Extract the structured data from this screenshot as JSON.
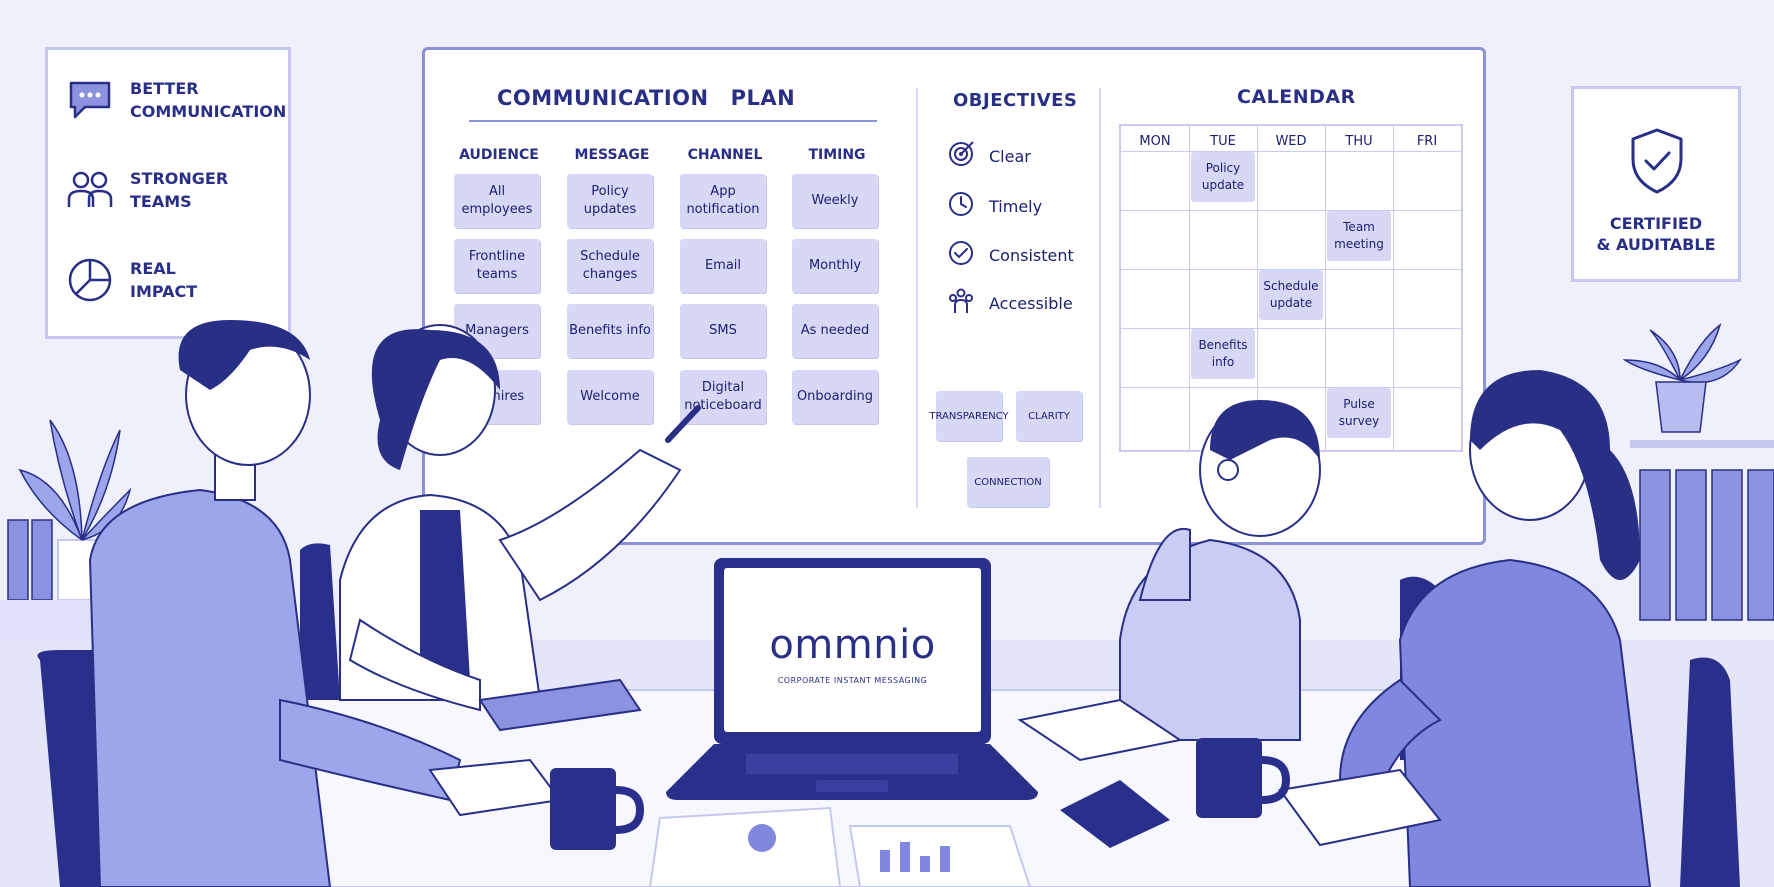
{
  "poster_left": {
    "items": [
      {
        "label_line1": "BETTER",
        "label_line2": "COMMUNICATION",
        "icon": "chat-bubble-icon"
      },
      {
        "label_line1": "STRONGER",
        "label_line2": "TEAMS",
        "icon": "people-icon"
      },
      {
        "label_line1": "REAL",
        "label_line2": "IMPACT",
        "icon": "pie-chart-icon"
      }
    ]
  },
  "poster_right": {
    "icon": "shield-check-icon",
    "line1": "CERTIFIED",
    "line2": "& AUDITABLE"
  },
  "board": {
    "plan_title_word1": "COMMUNICATION",
    "plan_title_word2": "PLAN",
    "columns": [
      "AUDIENCE",
      "MESSAGE",
      "CHANNEL",
      "TIMING"
    ],
    "rows": [
      [
        "All employees",
        "Policy updates",
        "App notification",
        "Weekly"
      ],
      [
        "Frontline teams",
        "Schedule changes",
        "Email",
        "Monthly"
      ],
      [
        "Managers",
        "Benefits info",
        "SMS",
        "As needed"
      ],
      [
        "ew hires",
        "Welcome",
        "Digital noticeboard",
        "Onboarding"
      ]
    ],
    "objectives_title": "OBJECTIVES",
    "objectives": [
      {
        "label": "Clear",
        "icon": "target-icon"
      },
      {
        "label": "Timely",
        "icon": "clock-icon"
      },
      {
        "label": "Consistent",
        "icon": "check-circle-icon"
      },
      {
        "label": "Accessible",
        "icon": "accessibility-icon"
      }
    ],
    "values": [
      "TRANSPARENCY",
      "CLARITY",
      "CONNECTION"
    ],
    "calendar_title": "CALENDAR",
    "days": [
      "MON",
      "TUE",
      "WED",
      "THU",
      "FRI"
    ],
    "events": [
      {
        "label": "Policy update",
        "day": "TUE",
        "week": 1
      },
      {
        "label": "Team meeting",
        "day": "THU",
        "week": 2
      },
      {
        "label": "Schedule update",
        "day": "WED",
        "week": 3
      },
      {
        "label": "Benefits info",
        "day": "TUE",
        "week": 4
      },
      {
        "label": "Pulse survey",
        "day": "THU",
        "week": 5
      }
    ]
  },
  "laptop": {
    "logo": "ommnio",
    "tagline": "CORPORATE INSTANT MESSAGING"
  },
  "colors": {
    "primary": "#2a2f86",
    "sticky_note": "#d6d8f6",
    "wall": "#eef0fc",
    "shirt": "#9ea6eb"
  }
}
